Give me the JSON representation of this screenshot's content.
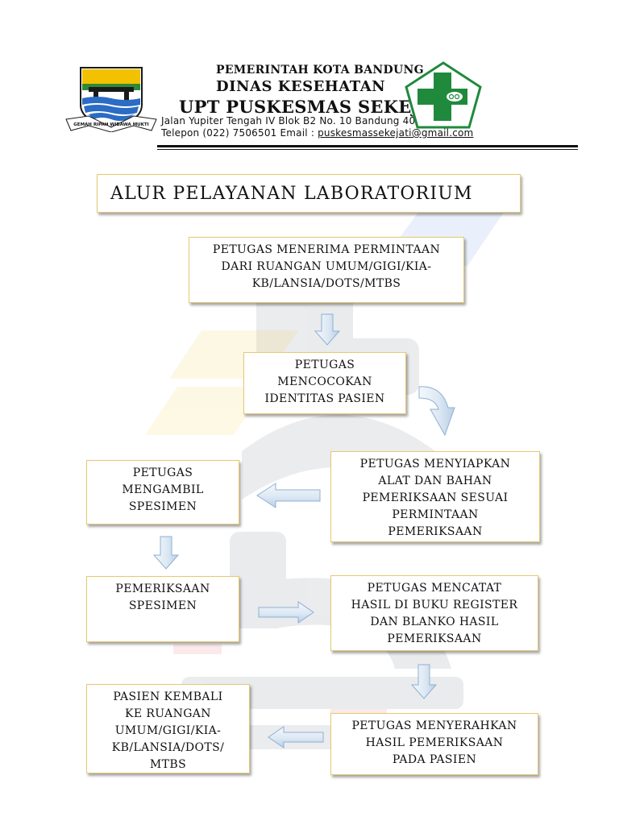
{
  "header": {
    "line1": "PEMERINTAH KOTA BANDUNG",
    "line2": "DINAS KESEHATAN",
    "line3": "UPT PUSKESMAS SEKEJATI",
    "address": "Jalan Yupiter Tengah IV Blok B2 No. 10 Bandung 40286",
    "phone_prefix": "Telepon (022) 7506501 Email : ",
    "email": "puskesmassekejati@gmail.com",
    "logo_motto": "GEMAH RIPAH WIBAWA MUKTI"
  },
  "title": "ALUR PELAYANAN LABORATORIUM",
  "steps": [
    {
      "lines": [
        "PETUGAS MENERIMA PERMINTAAN",
        "DARI RUANGAN UMUM/GIGI/KIA-",
        "KB/LANSIA/DOTS/MTBS"
      ]
    },
    {
      "lines": [
        "PETUGAS",
        "MENCOCOKAN",
        "IDENTITAS PASIEN"
      ]
    },
    {
      "lines": [
        "PETUGAS MENYIAPKAN",
        "ALAT DAN BAHAN",
        "PEMERIKSAAN SESUAI",
        "PERMINTAAN",
        "PEMERIKSAAN"
      ]
    },
    {
      "lines": [
        "PETUGAS",
        "MENGAMBIL",
        "SPESIMEN"
      ]
    },
    {
      "lines": [
        "PEMERIKSAAN",
        "SPESIMEN"
      ]
    },
    {
      "lines": [
        "PETUGAS MENCATAT",
        "HASIL DI BUKU REGISTER",
        "DAN BLANKO HASIL",
        "PEMERIKSAAN"
      ]
    },
    {
      "lines": [
        "PETUGAS MENYERAHKAN",
        "HASIL PEMERIKSAAN",
        "PADA PASIEN"
      ]
    },
    {
      "lines": [
        "PASIEN KEMBALI",
        "KE RUANGAN",
        "UMUM/GIGI/KIA-",
        "KB/LANSIA/DOTS/",
        "MTBS"
      ]
    }
  ],
  "colors": {
    "box_border": "#e7c870",
    "arrow_fill_light": "#f4f8fc",
    "arrow_fill_dark": "#b9cfe6",
    "arrow_stroke": "#8fb0d2",
    "cross_green": "#1f8a3c"
  }
}
